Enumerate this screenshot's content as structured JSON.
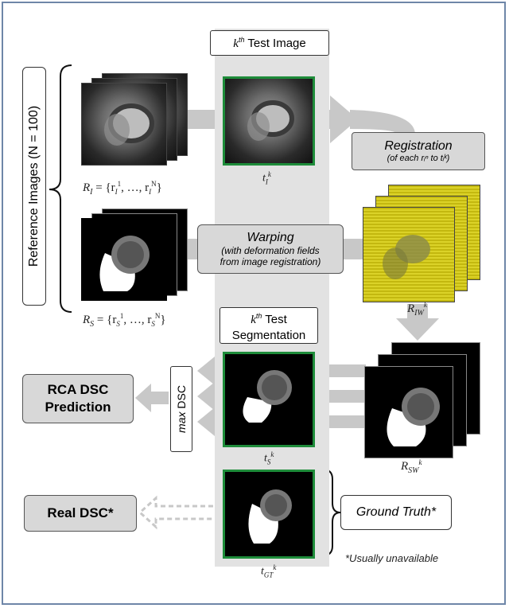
{
  "test_image_title": "k th Test Image",
  "test_image_title_sup": "th",
  "test_image_title_k": "k",
  "test_image_title_rest": " Test Image",
  "reference_images_label": "Reference Images  (N = 100)",
  "ri_label": "R",
  "ri_sub": "I",
  "ri_set": " = {r",
  "ri_set_sub1": "I",
  "ri_set_sup1": "1",
  "ri_set_mid": ", …, r",
  "ri_set_sub2": "I",
  "ri_set_supN": "N",
  "ri_set_end": "}",
  "rs_label": "R",
  "rs_sub": "S",
  "rs_set": " = {r",
  "rs_set_sub1": "S",
  "rs_set_sup1": "1",
  "rs_set_mid": ", …, r",
  "rs_set_sub2": "S",
  "rs_set_supN": "N",
  "rs_set_end": "}",
  "test_image_symbol": "t",
  "test_image_symbol_sub": "I",
  "test_image_symbol_sup": "k",
  "registration_title": "Registration",
  "registration_sub": "(of each rᵢⁿ to tᵢᵏ)",
  "warping_title": "Warping",
  "warping_sub1": "(with deformation fields",
  "warping_sub2": "from image registration)",
  "riw_label": "R",
  "riw_sub": "IW",
  "riw_sup": "k",
  "test_seg_line1_k": "k",
  "test_seg_line1_sup": "th",
  "test_seg_line1_rest": " Test",
  "test_seg_line2": "Segmentation",
  "max_dsc": "max DSC",
  "max_dsc_italic": "max",
  "max_dsc_rest": " DSC",
  "rca_line1": "RCA DSC",
  "rca_line2": "Prediction",
  "ts_symbol": "t",
  "ts_sub": "S",
  "ts_sup": "k",
  "rsw_label": "R",
  "rsw_sub": "SW",
  "rsw_sup": "k",
  "real_dsc": "Real DSC*",
  "ground_truth": "Ground Truth*",
  "gt_symbol": "t",
  "gt_sub": "GT",
  "gt_sup": "k",
  "usually_unavailable": "*Usually unavailable",
  "colors": {
    "green": "#1e8c3a",
    "arrow_gray": "#c8c8c8",
    "strip": "#e2e2e2",
    "frame": "#6e86a8"
  }
}
